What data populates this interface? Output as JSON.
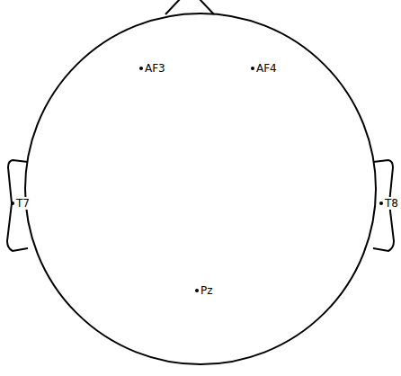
{
  "diagram": {
    "labels": [
      "AF3",
      "AF4",
      "T7",
      "T8",
      "Pz"
    ]
  }
}
